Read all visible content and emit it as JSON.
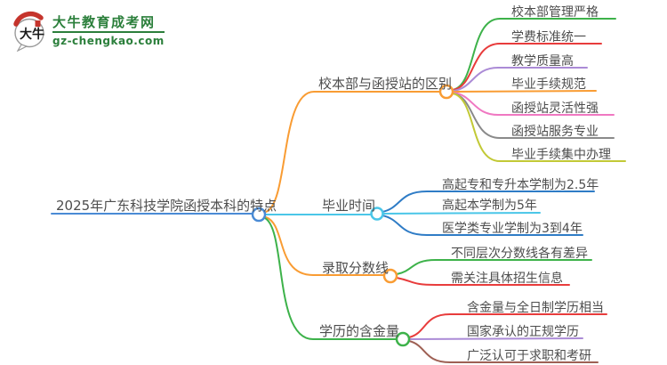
{
  "logo": {
    "icon_text": "大牛",
    "site_name": "大牛教育成考网",
    "site_url": "gz-chengkao.com",
    "brand_color": "#2B7F3B",
    "seal_color": "#C5342C"
  },
  "mindmap": {
    "text_color": "#4D4D4D",
    "root": {
      "label": "2025年广东科技学院函授本科的特点",
      "color": "#4A8BD5"
    },
    "branches": [
      {
        "label": "校本部与函授站的区别",
        "color": "#F99C33",
        "children": [
          {
            "label": "校本部管理严格",
            "color": "#3DB24A"
          },
          {
            "label": "学费标准统一",
            "color": "#E83C3C"
          },
          {
            "label": "教学质量高",
            "color": "#AB8BD6"
          },
          {
            "label": "毕业手续规范",
            "color": "#F99C33"
          },
          {
            "label": "函授站灵活性强",
            "color": "#F078C2"
          },
          {
            "label": "函授站服务专业",
            "color": "#8A8A8A"
          },
          {
            "label": "毕业手续集中办理",
            "color": "#C2C936"
          }
        ]
      },
      {
        "label": "毕业时间",
        "color": "#4AC6E8",
        "children": [
          {
            "label": "高起专和专升本学制为2.5年",
            "color": "#2F7CC6"
          },
          {
            "label": "高起本学制为5年",
            "color": "#4AC6E8"
          },
          {
            "label": "医学类专业学制为3到4年",
            "color": "#2F7CC6"
          }
        ]
      },
      {
        "label": "录取分数线",
        "color": "#F99C33",
        "children": [
          {
            "label": "不同层次分数线各有差异",
            "color": "#3DB24A"
          },
          {
            "label": "需关注具体招生信息",
            "color": "#E83C3C"
          }
        ]
      },
      {
        "label": "学历的含金量",
        "color": "#3DB24A",
        "children": [
          {
            "label": "含金量与全日制学历相当",
            "color": "#E83C3C"
          },
          {
            "label": "国家承认的正规学历",
            "color": "#AB8BD6"
          },
          {
            "label": "广泛认可于求职和考研",
            "color": "#9E6054"
          }
        ]
      }
    ]
  }
}
